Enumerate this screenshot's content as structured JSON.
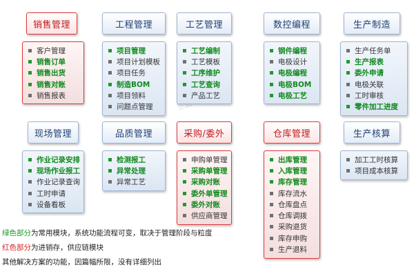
{
  "legend": {
    "green_label": "绿色部分",
    "green_desc": "为常用模块，系统功能流程可变，取决于管理阶段与粒度",
    "red_label": "红色部分",
    "red_desc": "为进销存，供应链模块",
    "note": "其他解决方案的功能，因篇幅所限，没有详细列出"
  },
  "watermark": "三昱云软件",
  "modules": [
    {
      "title": "销售管理",
      "style": "red",
      "items": [
        {
          "label": "客户管理",
          "color": "black"
        },
        {
          "label": "销售订单",
          "color": "green"
        },
        {
          "label": "销售出货",
          "color": "green"
        },
        {
          "label": "销售对账",
          "color": "green"
        },
        {
          "label": "销售报表",
          "color": "black"
        }
      ]
    },
    {
      "title": "工程管理",
      "style": "blue",
      "items": [
        {
          "label": "项目管理",
          "color": "green"
        },
        {
          "label": "项目计划模板",
          "color": "black"
        },
        {
          "label": "项目任务",
          "color": "black"
        },
        {
          "label": "制造BOM",
          "color": "green"
        },
        {
          "label": "项目领料",
          "color": "black"
        },
        {
          "label": "问题点管理",
          "color": "black"
        }
      ]
    },
    {
      "title": "工艺管理",
      "style": "blue",
      "items": [
        {
          "label": "工艺编制",
          "color": "green"
        },
        {
          "label": "工艺模板",
          "color": "black"
        },
        {
          "label": "工序维护",
          "color": "green"
        },
        {
          "label": "工艺查询",
          "color": "green"
        },
        {
          "label": "产品工艺",
          "color": "black"
        }
      ]
    },
    {
      "title": "数控编程",
      "style": "blue",
      "items": [
        {
          "label": "钢件编程",
          "color": "green"
        },
        {
          "label": "电极设计",
          "color": "black"
        },
        {
          "label": "电极编程",
          "color": "green"
        },
        {
          "label": "电极BOM",
          "color": "green"
        },
        {
          "label": "电极工艺",
          "color": "green"
        }
      ]
    },
    {
      "title": "生产制造",
      "style": "blue",
      "items": [
        {
          "label": "生产任务单",
          "color": "black"
        },
        {
          "label": "生产报表",
          "color": "green"
        },
        {
          "label": "委外申请",
          "color": "green"
        },
        {
          "label": "电极关联",
          "color": "black"
        },
        {
          "label": "工时审核",
          "color": "black"
        },
        {
          "label": "零件加工进度",
          "color": "green"
        }
      ]
    },
    {
      "title": "现场管理",
      "style": "blue",
      "items": [
        {
          "label": "作业记录安排",
          "color": "green"
        },
        {
          "label": "现场作业报工",
          "color": "green"
        },
        {
          "label": "作业记录查询",
          "color": "black"
        },
        {
          "label": "工时申请",
          "color": "black"
        },
        {
          "label": "设备看板",
          "color": "black"
        }
      ]
    },
    {
      "title": "品质管理",
      "style": "blue",
      "items": [
        {
          "label": "检测报工",
          "color": "green"
        },
        {
          "label": "异常处理",
          "color": "green"
        },
        {
          "label": "异常工艺",
          "color": "black"
        }
      ]
    },
    {
      "title": "采购/委外",
      "style": "red",
      "items": [
        {
          "label": "申购单管理",
          "color": "black"
        },
        {
          "label": "采购单管理",
          "color": "green"
        },
        {
          "label": "采购对账",
          "color": "green"
        },
        {
          "label": "委外单管理",
          "color": "green"
        },
        {
          "label": "委外对账",
          "color": "green"
        },
        {
          "label": "供应商管理",
          "color": "black"
        }
      ]
    },
    {
      "title": "仓库管理",
      "style": "red",
      "items": [
        {
          "label": "出库管理",
          "color": "green"
        },
        {
          "label": "入库管理",
          "color": "green"
        },
        {
          "label": "库存管理",
          "color": "green"
        },
        {
          "label": "库存流水",
          "color": "black"
        },
        {
          "label": "仓库盘点",
          "color": "black"
        },
        {
          "label": "仓库调拨",
          "color": "black"
        },
        {
          "label": "采购退货",
          "color": "black"
        },
        {
          "label": "库存申购",
          "color": "black"
        },
        {
          "label": "生产退料",
          "color": "black"
        }
      ]
    },
    {
      "title": "生产核算",
      "style": "blue",
      "items": [
        {
          "label": "加工工时核算",
          "color": "black"
        },
        {
          "label": "项目成本核算",
          "color": "black"
        }
      ]
    }
  ]
}
